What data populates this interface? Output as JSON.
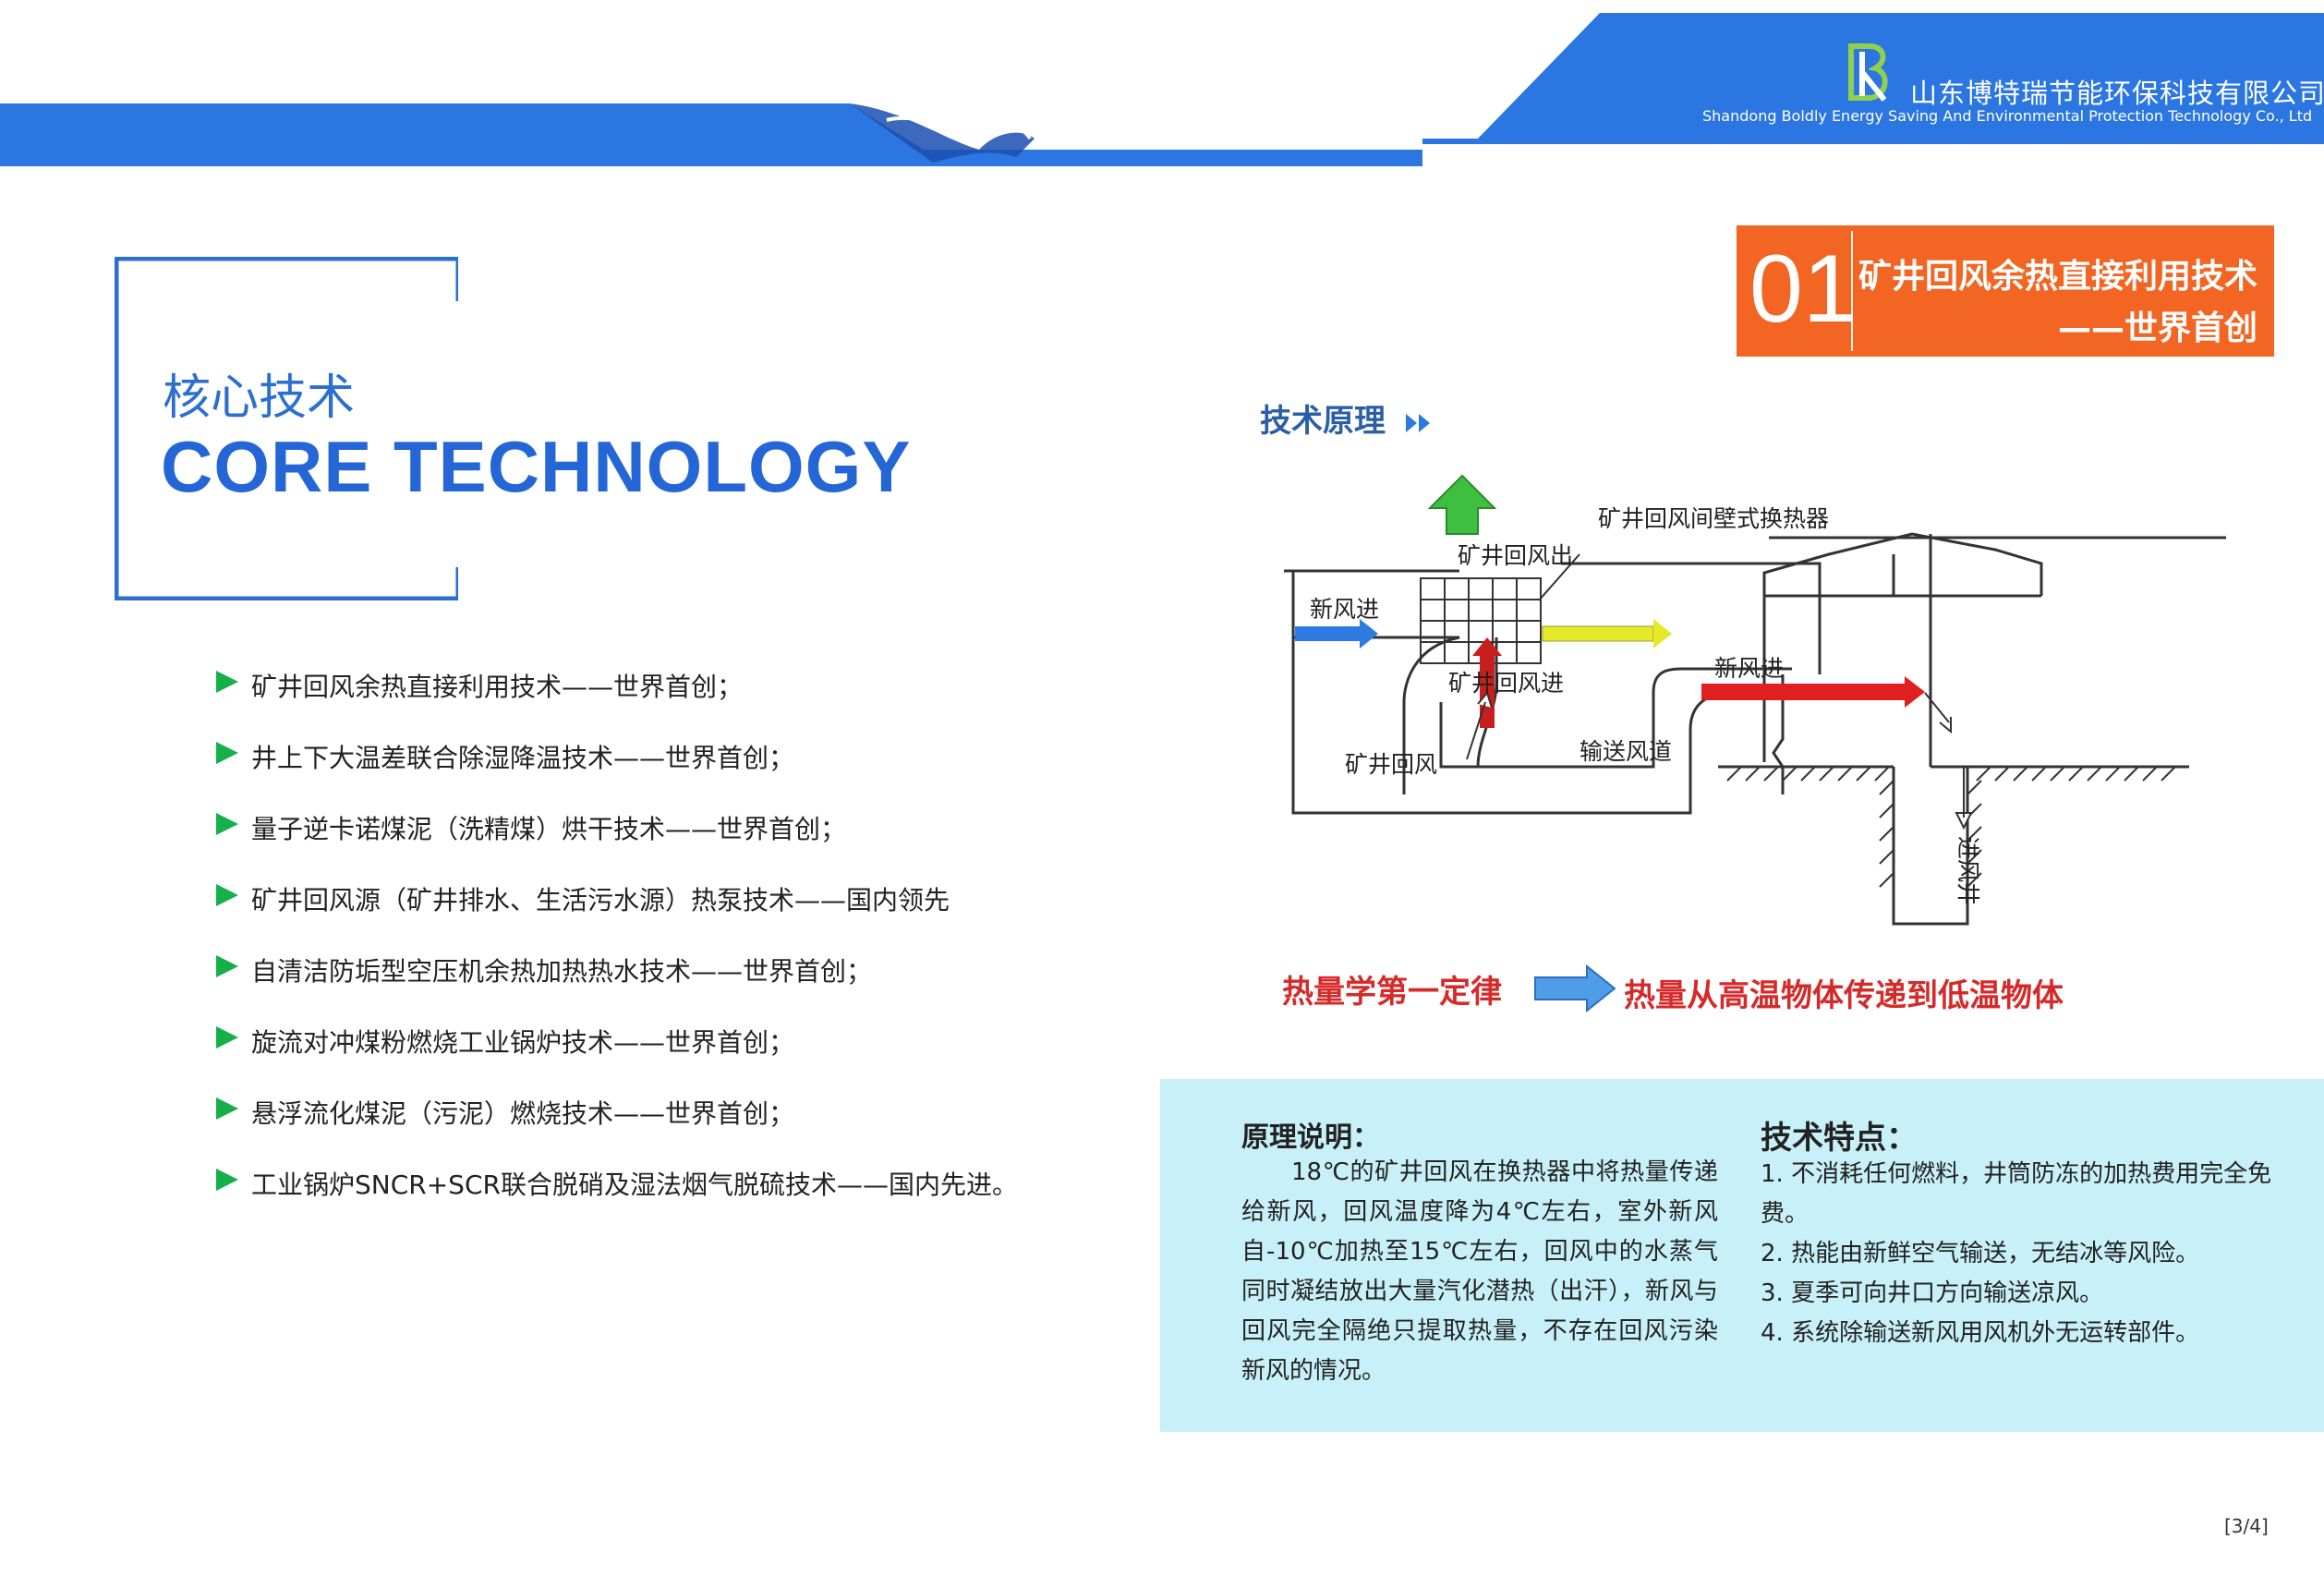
{
  "header": {
    "company_cn": "山东博特瑞节能环保科技有限公司",
    "company_en": "Shandong Boldly Energy Saving And Environmental Protection Technology Co., Ltd",
    "brand_color": "#2b76e0"
  },
  "intro": {
    "title_cn": "核心技术",
    "title_en": "CORE TECHNOLOGY"
  },
  "tech_list": [
    "矿井回风余热直接利用技术——世界首创；",
    "井上下大温差联合除湿降温技术——世界首创；",
    "量子逆卡诺煤泥（洗精煤）烘干技术——世界首创；",
    "矿井回风源（矿井排水、生活污水源）热泵技术——国内领先",
    "自清洁防垢型空压机余热加热热水技术——世界首创；",
    "旋流对冲煤粉燃烧工业锅炉技术——世界首创；",
    "悬浮流化煤泥（污泥）燃烧技术——世界首创；",
    "工业锅炉SNCR+SCR联合脱硝及湿法烟气脱硫技术——国内先进。"
  ],
  "badge": {
    "number": "01",
    "title_line1": "矿井回风余热直接利用技术",
    "title_line2": "——世界首创",
    "color": "#f26522"
  },
  "principle": {
    "heading": "技术原理",
    "diagram_labels": {
      "exchanger": "矿井回风间壁式换热器",
      "return_out": "矿井回风出",
      "fresh_in_left": "新风进",
      "return_in": "矿井回风进",
      "fresh_in_right": "新风进",
      "mine_return": "矿井回风",
      "duct": "输送风道",
      "shaft": "进风井"
    },
    "law_left": "热量学第一定律",
    "law_right": "热量从高温物体传递到低温物体"
  },
  "panel": {
    "explain_title": "原理说明：",
    "explain_body": "18℃的矿井回风在换热器中将热量传递给新风，回风温度降为4℃左右，室外新风自-10℃加热至15℃左右，回风中的水蒸气同时凝结放出大量汽化潜热（出汗），新风与回风完全隔绝只提取热量，不存在回风污染新风的情况。",
    "features_title": "技术特点：",
    "features": [
      "1. 不消耗任何燃料，井筒防冻的加热费用完全免费。",
      "2. 热能由新鲜空气输送，无结冰等风险。",
      "3. 夏季可向井口方向输送凉风。",
      "4. 系统除输送新风用风机外无运转部件。"
    ]
  },
  "page_number": "[3/4]"
}
